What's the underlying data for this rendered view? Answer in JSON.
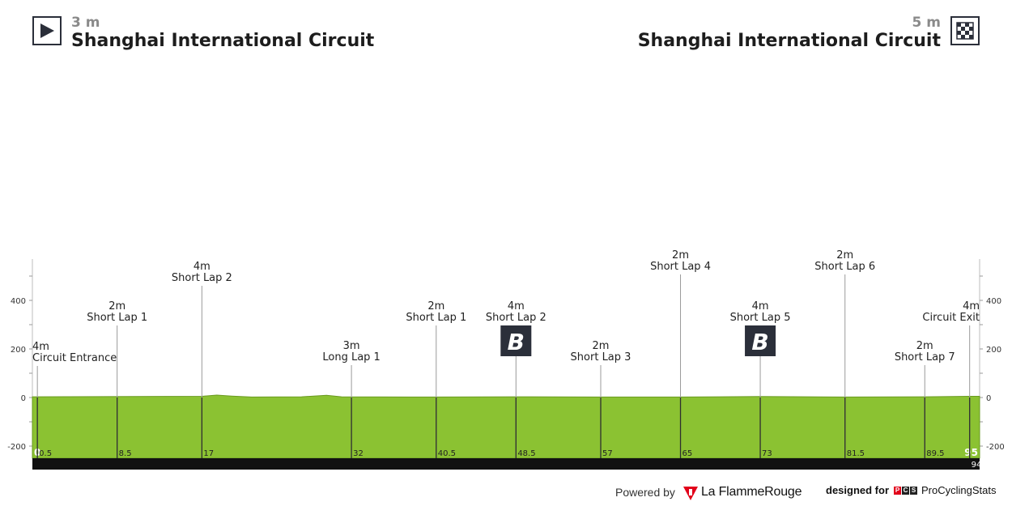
{
  "header": {
    "start": {
      "elevation": "3 m",
      "location": "Shanghai International Circuit",
      "icon": "play-icon"
    },
    "finish": {
      "elevation": "5 m",
      "location": "Shanghai International Circuit",
      "icon": "checkered-flag-icon"
    }
  },
  "chart_data": {
    "type": "area",
    "title": "",
    "xlabel": "",
    "ylabel": "",
    "xlim": [
      0,
      95
    ],
    "ylim": [
      -270,
      550
    ],
    "y_ticks": [
      400,
      200,
      0,
      -200
    ],
    "grid": false,
    "fill_color": "#8bc232",
    "stroke_color": "#6a9a20",
    "profile": [
      [
        0,
        3
      ],
      [
        10,
        4
      ],
      [
        17,
        5
      ],
      [
        18.5,
        10
      ],
      [
        20,
        6
      ],
      [
        22,
        2
      ],
      [
        27,
        3
      ],
      [
        29.5,
        9
      ],
      [
        31,
        3
      ],
      [
        40,
        2
      ],
      [
        50,
        3
      ],
      [
        57,
        2
      ],
      [
        65,
        2
      ],
      [
        73,
        4
      ],
      [
        81.5,
        2
      ],
      [
        89.5,
        3
      ],
      [
        94,
        5
      ],
      [
        95,
        5
      ]
    ],
    "waypoints": [
      {
        "km": 0.5,
        "km_label": "0.5",
        "elevation": "4m",
        "name": "Circuit Entrance",
        "bonus": false
      },
      {
        "km": 8.5,
        "km_label": "8.5",
        "elevation": "2m",
        "name": "Short Lap 1",
        "bonus": false
      },
      {
        "km": 17,
        "km_label": "17",
        "elevation": "4m",
        "name": "Short Lap 2",
        "bonus": false
      },
      {
        "km": 32,
        "km_label": "32",
        "elevation": "3m",
        "name": "Long Lap 1",
        "bonus": false
      },
      {
        "km": 40.5,
        "km_label": "40.5",
        "elevation": "2m",
        "name": "Short Lap 1",
        "bonus": false
      },
      {
        "km": 48.5,
        "km_label": "48.5",
        "elevation": "4m",
        "name": "Short Lap 2",
        "bonus": true
      },
      {
        "km": 57,
        "km_label": "57",
        "elevation": "2m",
        "name": "Short Lap 3",
        "bonus": false
      },
      {
        "km": 65,
        "km_label": "65",
        "elevation": "2m",
        "name": "Short Lap 4",
        "bonus": false
      },
      {
        "km": 73,
        "km_label": "73",
        "elevation": "4m",
        "name": "Short Lap 5",
        "bonus": true
      },
      {
        "km": 81.5,
        "km_label": "81.5",
        "elevation": "2m",
        "name": "Short Lap 6",
        "bonus": false
      },
      {
        "km": 89.5,
        "km_label": "89.5",
        "elevation": "2m",
        "name": "Short Lap 7",
        "bonus": false
      },
      {
        "km": 94,
        "km_label": "94",
        "elevation": "4m",
        "name": "Circuit Exit",
        "bonus": false
      }
    ],
    "bonus_label": "B",
    "start_km_label": "0",
    "finish_km_label": "95"
  },
  "footer": {
    "powered_by": "Powered by",
    "lfr_name": "La FlammeRouge",
    "designed_for": "designed for",
    "pcs_letters": [
      "P",
      "C",
      "S"
    ],
    "pcs_name": "ProCyclingStats",
    "pcs_color": "#e2001a",
    "lfr_color": "#e2001a"
  }
}
